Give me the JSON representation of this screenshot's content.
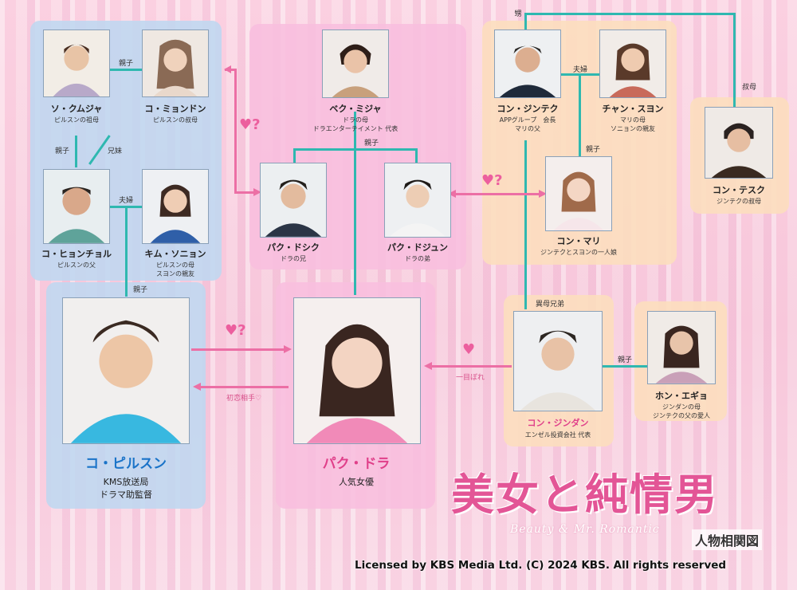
{
  "colors": {
    "accent_pink": "#e35596",
    "connector_teal": "#2fb8b0",
    "main_blue": "#1a73c8",
    "main_pink": "#e0408a"
  },
  "characters": {
    "so_kumja": {
      "name": "ソ・クムジャ",
      "desc": [
        "ピルスンの祖母"
      ]
    },
    "ko_myondon": {
      "name": "コ・ミョンドン",
      "desc": [
        "ピルスンの叔母"
      ]
    },
    "ko_hyonchol": {
      "name": "コ・ヒョンチョル",
      "desc": [
        "ピルスンの父"
      ]
    },
    "kim_sonyon": {
      "name": "キム・ソニョン",
      "desc": [
        "ピルスンの母",
        "スヨンの親友"
      ]
    },
    "ko_pilsun": {
      "name": "コ・ピルスン",
      "desc": [
        "KMS放送局",
        "ドラマ助監督"
      ]
    },
    "baek_mija": {
      "name": "ベク・ミジャ",
      "desc": [
        "ドラの母",
        "ドラエンターテイメント 代表"
      ]
    },
    "park_dosik": {
      "name": "パク・ドシク",
      "desc": [
        "ドラの兄"
      ]
    },
    "park_dojun": {
      "name": "パク・ドジュン",
      "desc": [
        "ドラの弟"
      ]
    },
    "park_dora": {
      "name": "パク・ドラ",
      "desc": [
        "人気女優"
      ]
    },
    "kong_jintek": {
      "name": "コン・ジンテク",
      "desc": [
        "APPグループ　会長",
        "マリの父"
      ]
    },
    "chan_suyon": {
      "name": "チャン・スヨン",
      "desc": [
        "マリの母",
        "ソニョンの親友"
      ]
    },
    "kong_tesuku": {
      "name": "コン・テスク",
      "desc": [
        "ジンテクの叔母"
      ]
    },
    "kong_mari": {
      "name": "コン・マリ",
      "desc": [
        "ジンテクとスヨンの一人娘"
      ]
    },
    "kong_jindan": {
      "name": "コン・ジンダン",
      "desc": [
        "エンゼル投資会社 代表"
      ]
    },
    "hon_egyo": {
      "name": "ホン・エギョ",
      "desc": [
        "ジンダンの母",
        "ジンテクの父の愛人"
      ]
    }
  },
  "relations": {
    "oyako": "親子",
    "kyomai": "兄妹",
    "fufu": "夫婦",
    "oi": "甥",
    "shukubo": "叔母",
    "imbo": "異母兄弟",
    "hitomebore": "一目ぼれ",
    "hatsukoi": "初恋相手♡",
    "heart_q": "♥?",
    "heart": "♥"
  },
  "logo": {
    "title": "美女と純情男",
    "subtitle": "Beauty & Mr. Romantic"
  },
  "chart_label": "人物相関図",
  "license": "Licensed by KBS Media Ltd. (C) 2024 KBS. All rights reserved"
}
